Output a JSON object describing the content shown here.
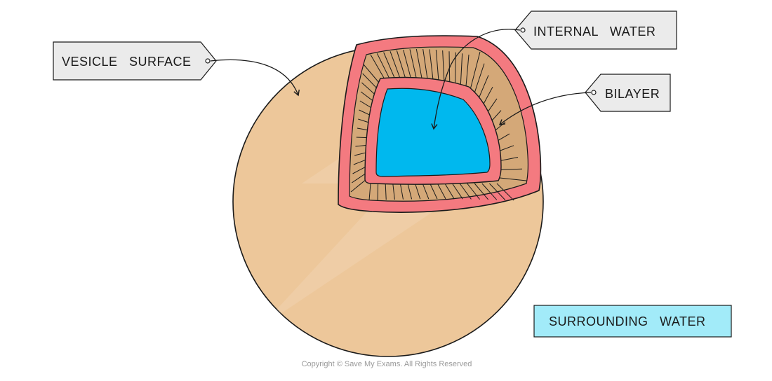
{
  "labels": {
    "vesicle_surface": "VESICLE   SURFACE",
    "internal_water": "INTERNAL   WATER",
    "bilayer": "BILAYER",
    "surrounding_water": "SURROUNDING   WATER"
  },
  "copyright": "Copyright © Save My Exams. All Rights Reserved",
  "colors": {
    "vesicle": "#EDC79A",
    "membrane_pink": "#F47A80",
    "bilayer_tan": "#D4A878",
    "internal_water": "#00B8EE",
    "surrounding_water_box": "#A2EBF9",
    "tag_fill": "#EBEBEB",
    "outline": "#1a1a1a"
  }
}
